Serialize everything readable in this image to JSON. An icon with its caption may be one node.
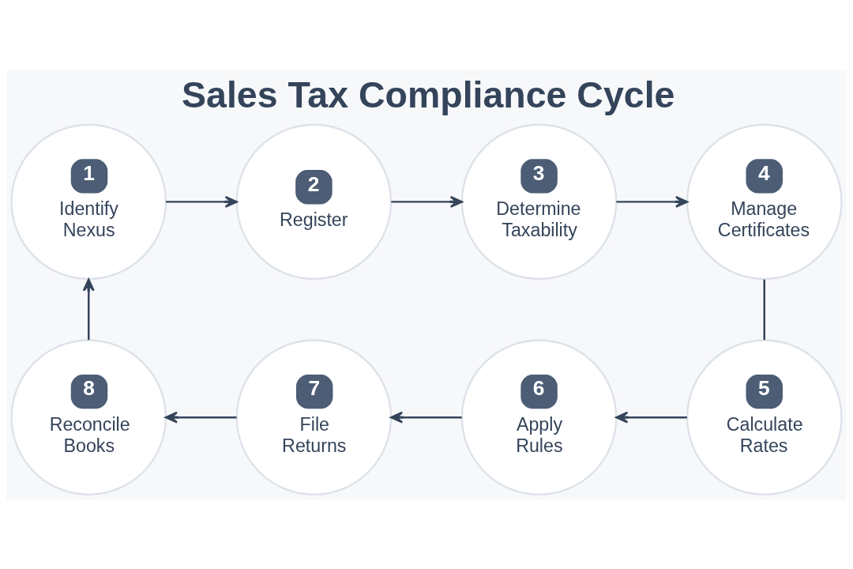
{
  "diagram": {
    "title": "Sales Tax Compliance Cycle",
    "nodes": [
      {
        "text": [
          "1",
          "Identify Nexus"
        ]
      },
      {
        "text": [
          "2",
          "Register"
        ]
      },
      {
        "text": [
          "3",
          "Determine Taxability"
        ]
      },
      {
        "text": [
          "4",
          "Manage Certificates"
        ]
      },
      {
        "text": [
          "5",
          "Calculate Rates"
        ]
      },
      {
        "text": [
          "6",
          "Apply Rules"
        ]
      },
      {
        "text": [
          "7",
          "File Returns"
        ]
      },
      {
        "text": [
          "8",
          "Reconcile Books"
        ]
      }
    ],
    "edges": [
      {
        "from": 0,
        "to": 1,
        "arrow": "to"
      },
      {
        "from": 1,
        "to": 2,
        "arrow": "to"
      },
      {
        "from": 2,
        "to": 3,
        "arrow": "to"
      },
      {
        "from": 3,
        "to": 4,
        "arrow": "none"
      },
      {
        "from": 4,
        "to": 5,
        "arrow": "to"
      },
      {
        "from": 5,
        "to": 6,
        "arrow": "to"
      },
      {
        "from": 6,
        "to": 7,
        "arrow": "to"
      },
      {
        "from": 7,
        "to": 0,
        "arrow": "to"
      }
    ]
  }
}
